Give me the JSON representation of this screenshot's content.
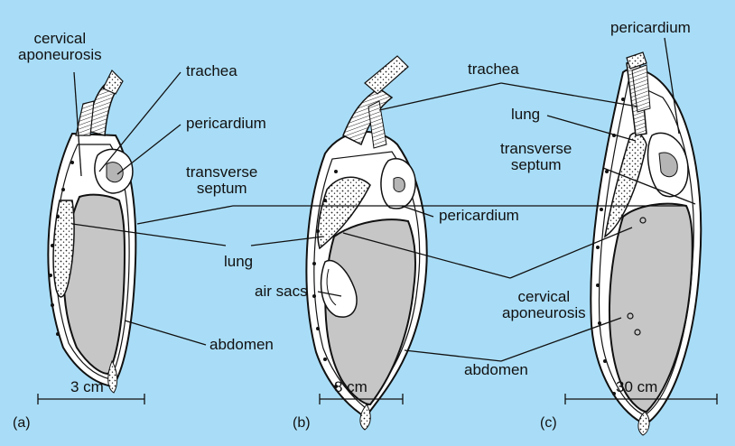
{
  "colors": {
    "background": "#a9ddf7",
    "tissue": "#c8c8c8",
    "cavity": "#b5b5b5",
    "line": "#111111"
  },
  "labels": {
    "cervical_aponeurosis_top": "cervical\naponeurosis",
    "trachea_a": "trachea",
    "pericardium_a": "pericardium",
    "transverse_septum_a": "transverse\nseptum",
    "lung_shared": "lung",
    "abdomen_a": "abdomen",
    "trachea_bc": "trachea",
    "pericardium_b": "pericardium",
    "air_sacs": "air sacs",
    "cervical_aponeurosis_bc": "cervical\naponeurosis",
    "abdomen_bc": "abdomen",
    "pericardium_c": "pericardium",
    "lung_c": "lung",
    "transverse_septum_c": "transverse\nseptum"
  },
  "panels": [
    {
      "id": "a",
      "label": "(a)",
      "scale": "3 cm"
    },
    {
      "id": "b",
      "label": "(b)",
      "scale": "8 cm"
    },
    {
      "id": "c",
      "label": "(c)",
      "scale": "30 cm"
    }
  ]
}
